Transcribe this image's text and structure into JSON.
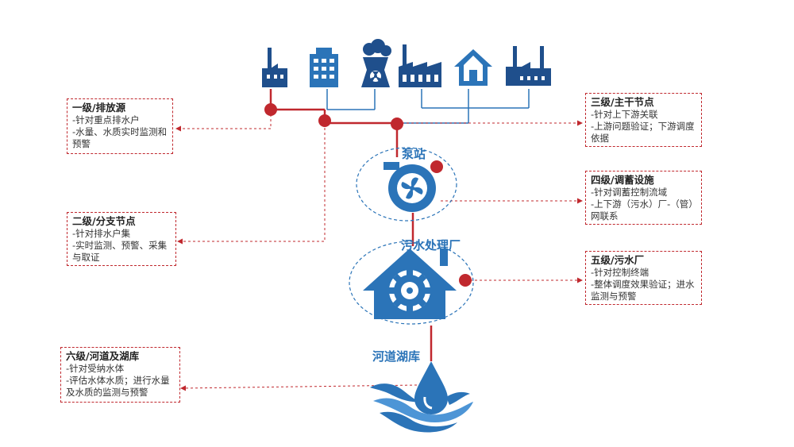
{
  "boxes": {
    "level1": {
      "title": "一级/排放源",
      "lines": [
        "-针对重点排水户",
        "-水量、水质实时监测和预警"
      ]
    },
    "level2": {
      "title": "二级/分支节点",
      "lines": [
        "-针对排水户集",
        "-实时监测、预警、采集与取证"
      ]
    },
    "level3": {
      "title": "三级/主干节点",
      "lines": [
        "-针对上下游关联",
        "-上游问题验证；下游调度依据"
      ]
    },
    "level4": {
      "title": "四级/调蓄设施",
      "lines": [
        "-针对调蓄控制流域",
        "-上下游（污水）厂-（管）网联系"
      ]
    },
    "level5": {
      "title": "五级/污水厂",
      "lines": [
        "-针对控制终端",
        "-整体调度效果验证；进水监测与预警"
      ]
    },
    "level6": {
      "title": "六级/河道及湖库",
      "lines": [
        "-针对受纳水体",
        "-评估水体水质；进行水量及水质的监测与预警"
      ]
    }
  },
  "labels": {
    "pump_station": "泵站",
    "treatment_plant": "污水处理厂",
    "river_lake": "河道湖库"
  },
  "colors": {
    "blue": "#2b74b8",
    "red": "#c0282e",
    "dark_blue": "#1f5a96"
  },
  "icons": [
    "factory-icon",
    "office-building-icon",
    "nuclear-plant-icon",
    "industrial-plant-icon",
    "house-icon",
    "factory-icon"
  ]
}
